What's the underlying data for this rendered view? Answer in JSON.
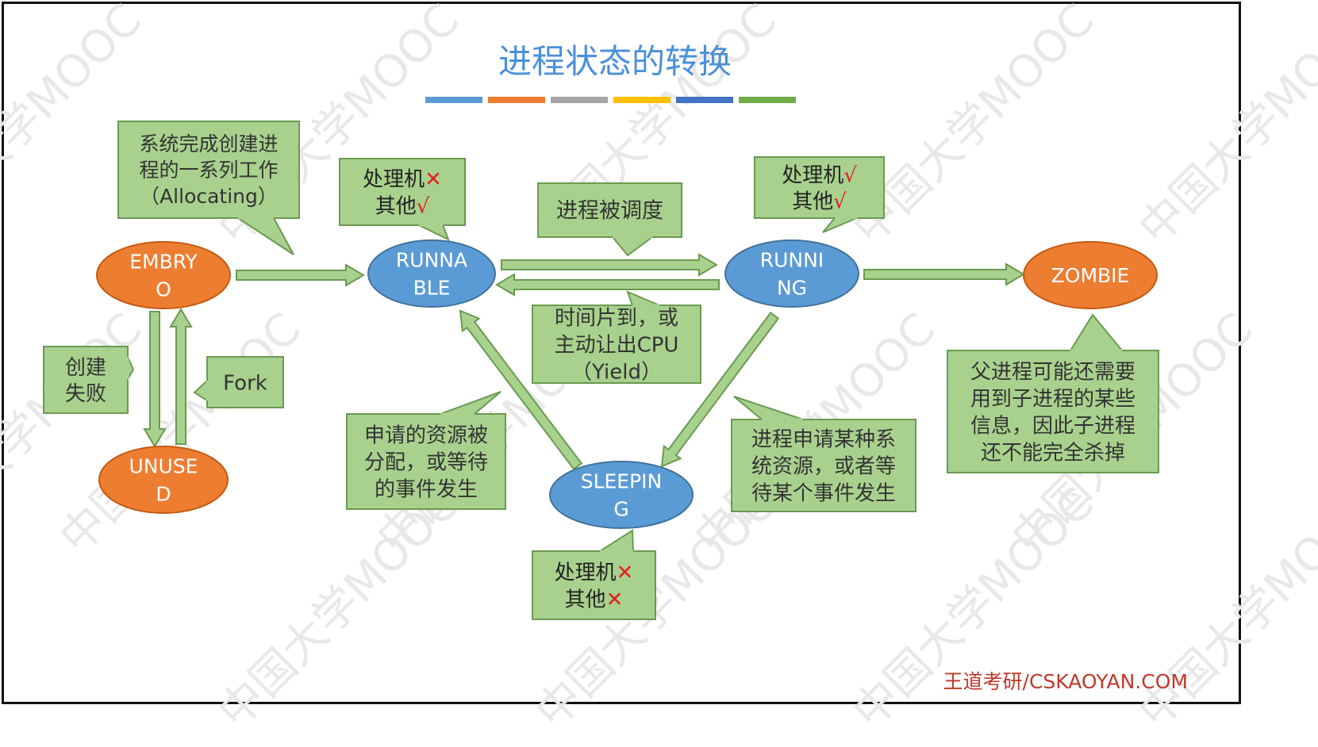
{
  "title": "进程状态的转换",
  "title_color": "#4a90d9",
  "accent_bars": [
    "#5b9bd5",
    "#ed7d31",
    "#a5a5a5",
    "#ffc000",
    "#4472c4",
    "#70ad47"
  ],
  "states": {
    "embryo": {
      "lines": [
        "EMBRY",
        "O"
      ],
      "color": "#ed7d31"
    },
    "unused": {
      "lines": [
        "UNUSE",
        "D"
      ],
      "color": "#ed7d31"
    },
    "runnable": {
      "lines": [
        "RUNNA",
        "BLE"
      ],
      "color": "#5b9bd5"
    },
    "running": {
      "lines": [
        "RUNNI",
        "NG"
      ],
      "color": "#5b9bd5"
    },
    "sleeping": {
      "lines": [
        "SLEEPIN",
        "G"
      ],
      "color": "#5b9bd5"
    },
    "zombie": {
      "lines": [
        "ZOMBIE"
      ],
      "color": "#ed7d31"
    }
  },
  "callouts": {
    "allocating": [
      "系统完成创建进",
      "程的一系列工作",
      "（Allocating）"
    ],
    "runnable_res": [
      [
        {
          "t": "处理机",
          "c": "#222"
        },
        {
          "t": "✕",
          "c": "#e02020"
        }
      ],
      [
        {
          "t": "其他",
          "c": "#222"
        },
        {
          "t": "√",
          "c": "#e02020"
        }
      ]
    ],
    "running_res": [
      [
        {
          "t": "处理机",
          "c": "#222"
        },
        {
          "t": "√",
          "c": "#e02020"
        }
      ],
      [
        {
          "t": "其他",
          "c": "#222"
        },
        {
          "t": "√",
          "c": "#e02020"
        }
      ]
    ],
    "sleeping_res": [
      [
        {
          "t": "处理机",
          "c": "#222"
        },
        {
          "t": "✕",
          "c": "#e02020"
        }
      ],
      [
        {
          "t": "其他",
          "c": "#222"
        },
        {
          "t": "✕",
          "c": "#e02020"
        }
      ]
    ],
    "scheduled": [
      "进程被调度"
    ],
    "timeslice": [
      "时间片到，或",
      "主动让出CPU",
      "（Yield）"
    ],
    "create_fail": [
      "创建",
      "失败"
    ],
    "fork": [
      "Fork"
    ],
    "resource_allocated": [
      "申请的资源被",
      "分配，或等待",
      "的事件发生"
    ],
    "request_resource": [
      "进程申请某种系",
      "统资源，或者等",
      "待某个事件发生"
    ],
    "zombie_note": [
      "父进程可能还需要",
      "用到子进程的某些",
      "信息，因此子进程",
      "还不能完全杀掉"
    ]
  },
  "watermark": "中国大学MOOC",
  "footer": "王道考研/CSKAOYAN.COM",
  "footer_color": "#c0392b",
  "box_fill": "#a9d18e",
  "box_stroke": "#6a9a50",
  "arrow_fill": "#a9d18e",
  "arrow_stroke": "#6a9a50"
}
